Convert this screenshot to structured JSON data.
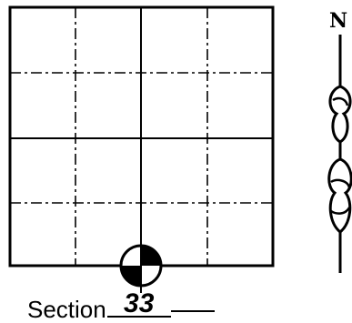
{
  "section": {
    "label": "Section",
    "number": "33"
  },
  "north_arrow": {
    "letter": "N"
  },
  "grid": {
    "rows": 4,
    "cols": 4
  },
  "colors": {
    "line": "#000000",
    "background": "#ffffff"
  }
}
